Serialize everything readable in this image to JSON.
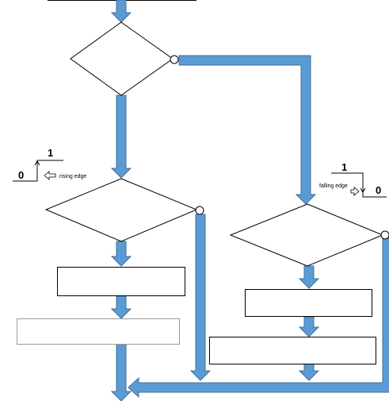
{
  "rising": {
    "high_label": "1",
    "low_label": "0",
    "edge_label": "rising edge"
  },
  "falling": {
    "high_label": "1",
    "low_label": "0",
    "edge_label": "falling edge"
  },
  "colors": {
    "flow_fill": "#5b9bd5",
    "flow_stroke": "#41719c",
    "shape_stroke": "#000000",
    "background": "#ffffff"
  }
}
